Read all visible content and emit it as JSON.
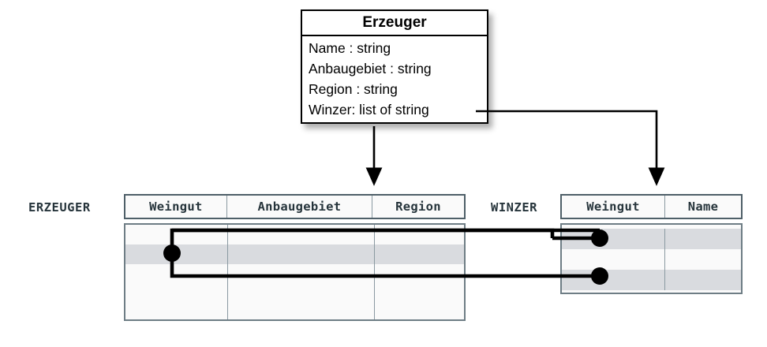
{
  "diagram": {
    "title_hidden": "",
    "uml_class": {
      "name": "Erzeuger",
      "attributes": [
        "Name : string",
        "Anbaugebiet : string",
        "Region : string",
        "Winzer: list of string"
      ]
    },
    "tables": [
      {
        "label": "ERZEUGER",
        "columns": [
          "Weingut",
          "Anbaugebiet",
          "Region"
        ],
        "row_count": 4,
        "shaded_rows": [
          2
        ]
      },
      {
        "label": "WINZER",
        "columns": [
          "Weingut",
          "Name"
        ],
        "row_count": 3,
        "shaded_rows": [
          1,
          3
        ]
      }
    ],
    "connectors": [
      {
        "name": "erzeuger-mapping-arrow",
        "from": "Erzeuger class body",
        "to": "ERZEUGER table header",
        "style": "solid arrow down"
      },
      {
        "name": "winzer-mapping-arrow",
        "from": "Winzer: list of string",
        "to": "WINZER table Weingut column",
        "style": "solid elbow arrow"
      },
      {
        "name": "foreign-key-link",
        "from": "ERZEUGER.Weingut row 2",
        "to": "WINZER.Weingut rows 1 and 3",
        "style": "fork with filled dots"
      }
    ],
    "colors": {
      "box_border": "#000000",
      "table_border": "#4e5f68",
      "cell_divider": "#8a99a1",
      "row_shade": "#d9dbdf",
      "cell_background": "#fafafa",
      "label_text": "#26343b",
      "link_stroke": "#000000"
    }
  }
}
